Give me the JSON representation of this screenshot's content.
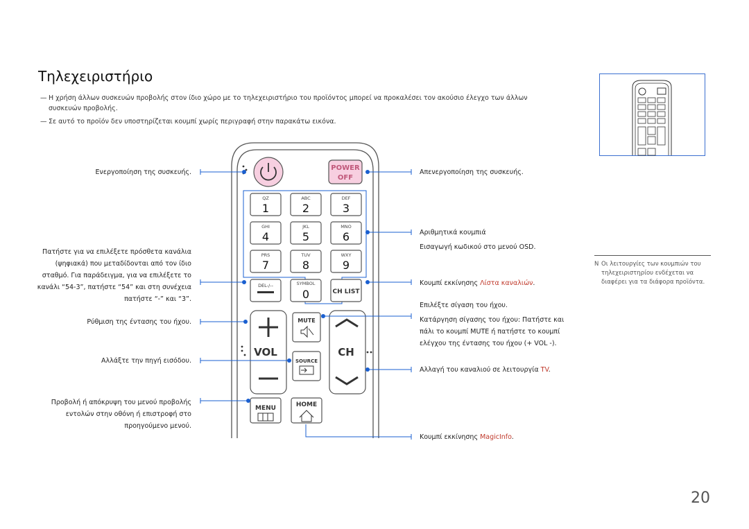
{
  "heading": "Τηλεχειριστήριο",
  "notes": [
    "Η χρήση άλλων συσκευών προβολής στον ίδιο χώρο με το τηλεχειριστήριο του προϊόντος μπορεί να προκαλέσει τον ακούσιο έλεγχο των άλλων συσκευών προβολής.",
    "Σε αυτό το προϊόν δεν υποστηρίζεται κουμπί χωρίς περιγραφή στην παρακάτω εικόνα."
  ],
  "note_marker": "—",
  "left_labels": {
    "power_on": "Ενεργοποίηση της συσκευής.",
    "prech_1": "Πατήστε για να επιλέξετε πρόσθετα κανάλια",
    "prech_2": "(ψηφιακά) που μεταδίδονται από τον ίδιο",
    "prech_3": "σταθμό. Για παράδειγμα, για να επιλέξετε το",
    "prech_4": "κανάλι “54-3”, πατήστε “54” και στη συνέχεια",
    "prech_5": "πατήστε “-” και “3”.",
    "volume": "Ρύθμιση της έντασης του ήχου.",
    "source": "Αλλάξτε την πηγή εισόδου.",
    "menu_1": "Προβολή ή απόκρυψη του μενού προβολής",
    "menu_2": "εντολών στην οθόνη ή επιστροφή στο",
    "menu_3": "προηγούμενο μενού."
  },
  "right_labels": {
    "power_off": "Απενεργοποίηση της συσκευής.",
    "numeric": "Αριθμητικά κουμπιά",
    "osd": "Εισαγωγή κωδικού στο μενού OSD.",
    "chlist_prefix": "Κουμπί εκκίνησης ",
    "chlist_link": "Λίστα καναλιών",
    "period": ".",
    "mute_1": "Επιλέξτε σίγαση του ήχου.",
    "mute_2": "Κατάργηση σίγασης του ήχου: Πατήστε και",
    "mute_3": "πάλι το κουμπί MUTE ή πατήστε το κουμπί",
    "mute_4": "ελέγχου της έντασης του ήχου (+ VOL -).",
    "channel_prefix": "Αλλαγή του καναλιού σε λειτουργία ",
    "channel_link": "TV",
    "magicinfo_prefix": "Κουμπί εκκίνησης ",
    "magicinfo_link": "MagicInfo"
  },
  "remote": {
    "power_off_top": "POWER",
    "power_off_bottom": "OFF",
    "keys": [
      {
        "sub": "QZ",
        "num": "1"
      },
      {
        "sub": "ABC",
        "num": "2"
      },
      {
        "sub": "DEF",
        "num": "3"
      },
      {
        "sub": "GHI",
        "num": "4"
      },
      {
        "sub": "JKL",
        "num": "5"
      },
      {
        "sub": "MNO",
        "num": "6"
      },
      {
        "sub": "PRS",
        "num": "7"
      },
      {
        "sub": "TUV",
        "num": "8"
      },
      {
        "sub": "WXY",
        "num": "9"
      }
    ],
    "del": "DEL-/--",
    "symbol": "SYMBOL",
    "zero": "0",
    "ch_list": "CH LIST",
    "mute": "MUTE",
    "vol": "VOL",
    "ch": "CH",
    "source": "SOURCE",
    "menu": "MENU",
    "home": "HOME"
  },
  "side_note": {
    "marker": "N",
    "text": "Οι λειτουργίες των κουμπιών του τηλεχειριστηρίου ενδέχεται να διαφέρει για τα διάφορα προϊόντα."
  },
  "page_number": "20",
  "colors": {
    "callout": "#1a5fd0",
    "link": "#c0392b",
    "power_fill": "#f7cfe0",
    "power_stroke": "#c0587a"
  }
}
